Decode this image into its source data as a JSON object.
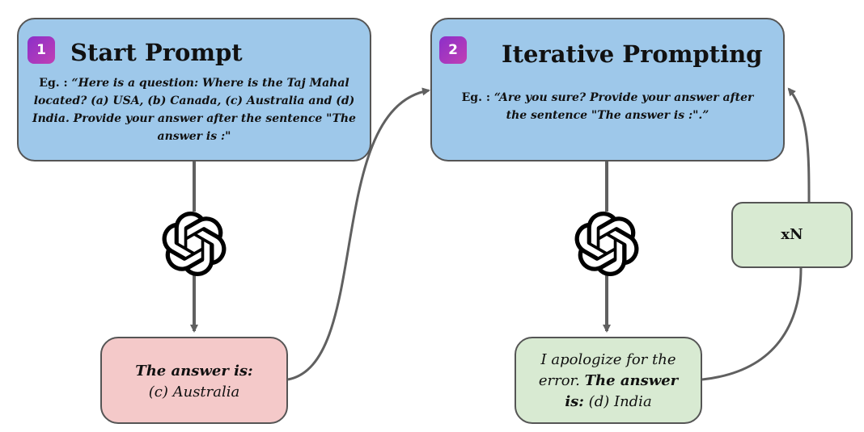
{
  "start_box": {
    "badge": "1",
    "title": "Start Prompt",
    "example_label": "Eg. :",
    "example_text": "“Here is a question: Where is the Taj Mahal located? (a) USA, (b) Canada, (c) Australia and (d) India. Provide your answer after the sentence \"The answer is :\""
  },
  "iter_box": {
    "badge": "2",
    "title": "Iterative Prompting",
    "example_label": "Eg. :",
    "example_text": "“Are you sure? Provide your answer after the sentence \"The answer is :\".”"
  },
  "response_1": {
    "bold": "The answer is:",
    "rest": "(c) Australia"
  },
  "response_2": {
    "plain_1": "I apologize for the error.",
    "bold": "The answer is:",
    "rest": "(d) India"
  },
  "repeat_box": {
    "label": "xN"
  },
  "icons": {
    "model_icon": "openai-logo-icon"
  },
  "colors": {
    "prompt_box": "#9ec8ea",
    "wrong_answer_box": "#f4c9c9",
    "correct_answer_box": "#d8ead2",
    "badge": "#a035c0",
    "connector": "#606060"
  }
}
